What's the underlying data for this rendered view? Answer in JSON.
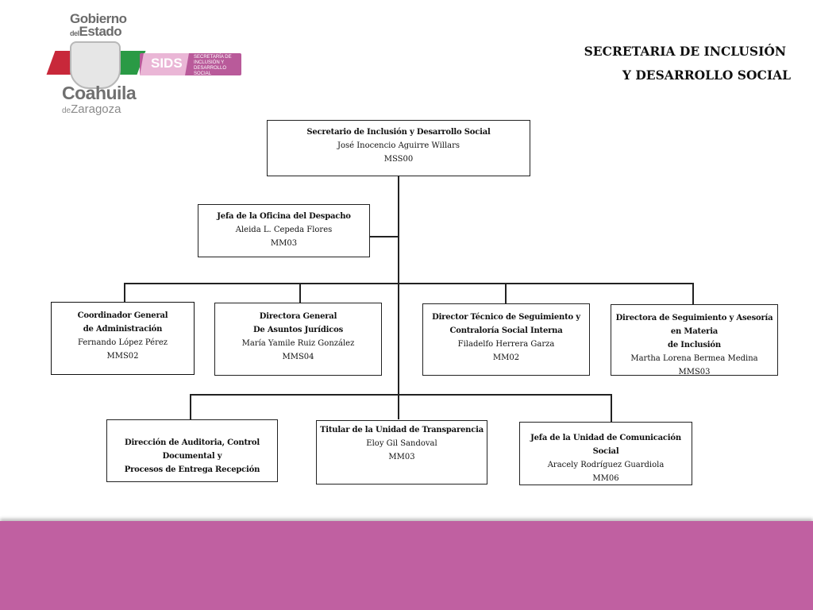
{
  "logo": {
    "line1": "Gobierno",
    "line2_small": "del",
    "line2": "Estado",
    "sids": "SIDS",
    "sids_sub": "SECRETARÍA DE INCLUSIÓN Y DESARROLLO SOCIAL",
    "state": "Coahuila",
    "state_de": "de",
    "state_zaragoza": "Zaragoza"
  },
  "title": {
    "line1": "SECRETARIA DE INCLUSIÓN",
    "line2": "Y DESARROLLO SOCIAL"
  },
  "colors": {
    "footer": "#c060a1",
    "sids_accent": "#b95a9a"
  },
  "org": {
    "secretary": {
      "title": "Secretario de Inclusión y Desarrollo Social",
      "name": "José Inocencio Aguirre Willars",
      "code": "MSS00"
    },
    "office": {
      "title": "Jefa de la Oficina del Despacho",
      "name": "Aleida L. Cepeda Flores",
      "code": "MM03"
    },
    "admin": {
      "title1": "Coordinador General",
      "title2": "de Administración",
      "name": "Fernando López Pérez",
      "code": "MMS02"
    },
    "legal": {
      "title1": "Directora General",
      "title2": "De Asuntos Jurídicos",
      "name": "María Yamile Ruiz González",
      "code": "MMS04"
    },
    "tech": {
      "title1": "Director Técnico  de Seguimiento y",
      "title2": "Contraloría Social Interna",
      "name": "Filadelfo Herrera Garza",
      "code": "MM02"
    },
    "inclusion": {
      "title1": "Directora de Seguimiento y Asesoría en Materia",
      "title2": "de Inclusión",
      "name": "Martha Lorena Bermea Medina",
      "code": "MMS03"
    },
    "audit": {
      "title1": "Dirección de Auditoria, Control Documental y",
      "title2": "Procesos de Entrega Recepción"
    },
    "transparency": {
      "title": "Titular de la Unidad de Transparencia",
      "name": "Eloy Gil Sandoval",
      "code": "MM03"
    },
    "comms": {
      "title": "Jefa de la Unidad de Comunicación Social",
      "name": "Aracely Rodríguez Guardiola",
      "code": "MM06"
    }
  }
}
